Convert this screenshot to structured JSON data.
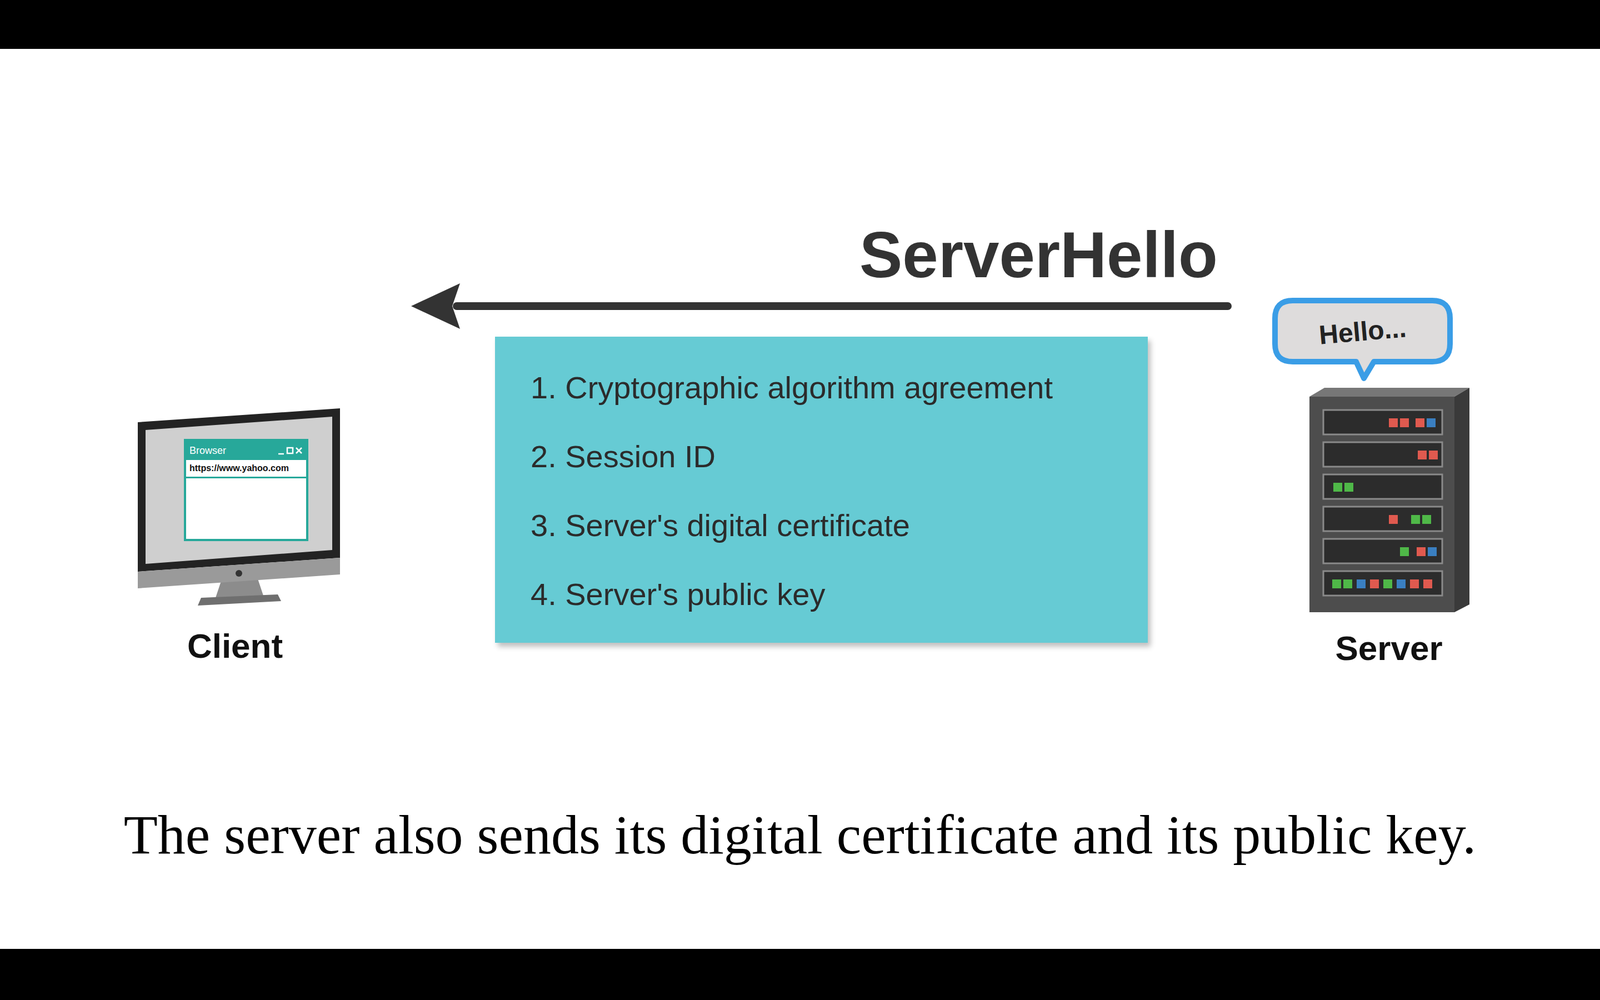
{
  "diagram": {
    "caption": "The server also sends its digital certificate and its public key.",
    "nodes": [
      {
        "text": [
          "Client"
        ]
      },
      {
        "text": [
          "Browser",
          "https://www.yahoo.com"
        ],
        "in": 0
      },
      {
        "text": [
          "1. Cryptographic algorithm agreement",
          "2. Session ID",
          "3. Server's digital certificate",
          "4. Server's public key"
        ]
      },
      {
        "text": [
          "Hello..."
        ]
      },
      {
        "text": [
          "Server"
        ]
      }
    ],
    "edges": [
      {
        "from": 4,
        "to": 0,
        "arrow": "to",
        "label": "ServerHello"
      }
    ]
  }
}
